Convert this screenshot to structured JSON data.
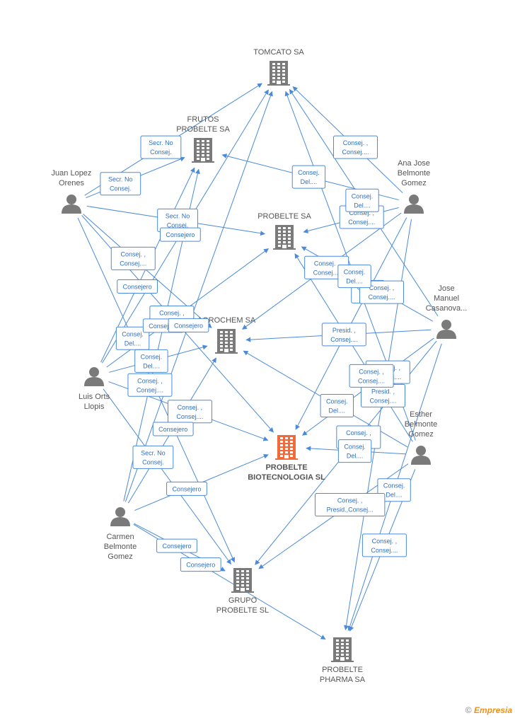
{
  "companies": [
    {
      "id": "tomcato",
      "label_lines": [
        "TOMCATO SA"
      ],
      "main": false
    },
    {
      "id": "frutos",
      "label_lines": [
        "FRUTOS",
        "PROBELTE SA"
      ],
      "main": false
    },
    {
      "id": "probelte",
      "label_lines": [
        "PROBELTE SA"
      ],
      "main": false
    },
    {
      "id": "agrochem",
      "label_lines": [
        "AGROCHEM SA"
      ],
      "main": false
    },
    {
      "id": "biotec",
      "label_lines": [
        "PROBELTE",
        "BIOTECNOLOGIA SL"
      ],
      "main": true
    },
    {
      "id": "grupo",
      "label_lines": [
        "GRUPO",
        "PROBELTE SL"
      ],
      "main": false
    },
    {
      "id": "pharma",
      "label_lines": [
        "PROBELTE",
        "PHARMA SA"
      ],
      "main": false
    }
  ],
  "persons": [
    {
      "id": "juan",
      "label_lines": [
        "Juan Lopez",
        "Orenes"
      ]
    },
    {
      "id": "ana",
      "label_lines": [
        "Ana Jose",
        "Belmonte",
        "Gomez"
      ]
    },
    {
      "id": "jose",
      "label_lines": [
        "Jose",
        "Manuel",
        "Casanova..."
      ]
    },
    {
      "id": "luis",
      "label_lines": [
        "Luis Orts",
        "Llopis"
      ]
    },
    {
      "id": "esther",
      "label_lines": [
        "Esther",
        "Belmonte",
        "Gomez"
      ]
    },
    {
      "id": "carmen",
      "label_lines": [
        "Carmen",
        "Belmonte",
        "Gomez"
      ]
    }
  ],
  "edges": [
    {
      "from": "juan",
      "to": "frutos",
      "label": [
        "Secr.  No",
        "Consej."
      ]
    },
    {
      "from": "juan",
      "to": "tomcato",
      "label": [
        "Secr.  No",
        "Consej."
      ]
    },
    {
      "from": "juan",
      "to": "probelte",
      "label": [
        "Secr.  No",
        "Consej."
      ]
    },
    {
      "from": "juan",
      "to": "agrochem",
      "label": [
        "Consej. ,",
        "Consej...."
      ]
    },
    {
      "from": "juan",
      "to": "biotec",
      "label": [
        "Consej. ,",
        "Consej...."
      ]
    },
    {
      "from": "juan",
      "to": "grupo",
      "label": [
        "Consej.",
        "Del...."
      ]
    },
    {
      "from": "ana",
      "to": "tomcato",
      "label": [
        "Consej. ,",
        "Consej...."
      ]
    },
    {
      "from": "ana",
      "to": "frutos",
      "label": [
        "Consej.",
        "Del...."
      ]
    },
    {
      "from": "ana",
      "to": "probelte",
      "label": [
        "Consej. ,",
        "Consej...."
      ]
    },
    {
      "from": "ana",
      "to": "agrochem",
      "label": [
        "Consej. ,",
        "Consej...."
      ]
    },
    {
      "from": "ana",
      "to": "biotec",
      "label": [
        "Consej.",
        "Del...."
      ]
    },
    {
      "from": "ana",
      "to": "pharma",
      "label": [
        "Presid. ,",
        "Consej...."
      ]
    },
    {
      "from": "jose",
      "to": "tomcato",
      "label": [
        "Consej.",
        "Del...."
      ]
    },
    {
      "from": "jose",
      "to": "probelte",
      "label": [
        "Consej. ,",
        "Consej...."
      ]
    },
    {
      "from": "jose",
      "to": "agrochem",
      "label": [
        "Presid. ,",
        "Consej...."
      ]
    },
    {
      "from": "jose",
      "to": "biotec",
      "label": [
        "Consej. ,",
        "Consej...."
      ]
    },
    {
      "from": "jose",
      "to": "grupo",
      "label": [
        "Consej. ,",
        "Consej...."
      ]
    },
    {
      "from": "jose",
      "to": "pharma",
      "label": [
        "Consej.",
        "Del...."
      ]
    },
    {
      "from": "luis",
      "to": "frutos",
      "label": [
        "Consejero"
      ]
    },
    {
      "from": "luis",
      "to": "tomcato",
      "label": [
        "Consejero"
      ]
    },
    {
      "from": "luis",
      "to": "probelte",
      "label": [
        "Consejero"
      ]
    },
    {
      "from": "luis",
      "to": "agrochem",
      "label": [
        "Consej.",
        "Del...."
      ]
    },
    {
      "from": "luis",
      "to": "biotec",
      "label": [
        "Consej. ,",
        "Consej...."
      ]
    },
    {
      "from": "luis",
      "to": "grupo",
      "label": [
        "Secr.  No",
        "Consej."
      ]
    },
    {
      "from": "esther",
      "to": "tomcato",
      "label": [
        "Consej.",
        "Del...."
      ]
    },
    {
      "from": "esther",
      "to": "probelte",
      "label": [
        "Consej. ,",
        "Consej...."
      ]
    },
    {
      "from": "esther",
      "to": "agrochem",
      "label": [
        "Consej.",
        "Del...."
      ]
    },
    {
      "from": "esther",
      "to": "biotec",
      "label": [
        "Consej.",
        "Del...."
      ]
    },
    {
      "from": "esther",
      "to": "grupo",
      "label": [
        "Consej. ,",
        "Presid.,Consej..."
      ]
    },
    {
      "from": "esther",
      "to": "pharma",
      "label": [
        "Consej. ,",
        "Consej...."
      ]
    },
    {
      "from": "carmen",
      "to": "frutos",
      "label": [
        "Consej. ,",
        "Consej...."
      ]
    },
    {
      "from": "carmen",
      "to": "tomcato",
      "label": [
        "Consejero"
      ]
    },
    {
      "from": "carmen",
      "to": "agrochem",
      "label": [
        "Consejero"
      ]
    },
    {
      "from": "carmen",
      "to": "biotec",
      "label": [
        "Consejero"
      ]
    },
    {
      "from": "carmen",
      "to": "grupo",
      "label": [
        "Consejero"
      ]
    },
    {
      "from": "carmen",
      "to": "pharma",
      "label": [
        "Consejero"
      ]
    }
  ],
  "footer": {
    "copyright": "©",
    "brand": "Empresia"
  },
  "colors": {
    "edge": "#4a8ad8",
    "node": "#7a7a7a",
    "main_node": "#f26a3a"
  }
}
